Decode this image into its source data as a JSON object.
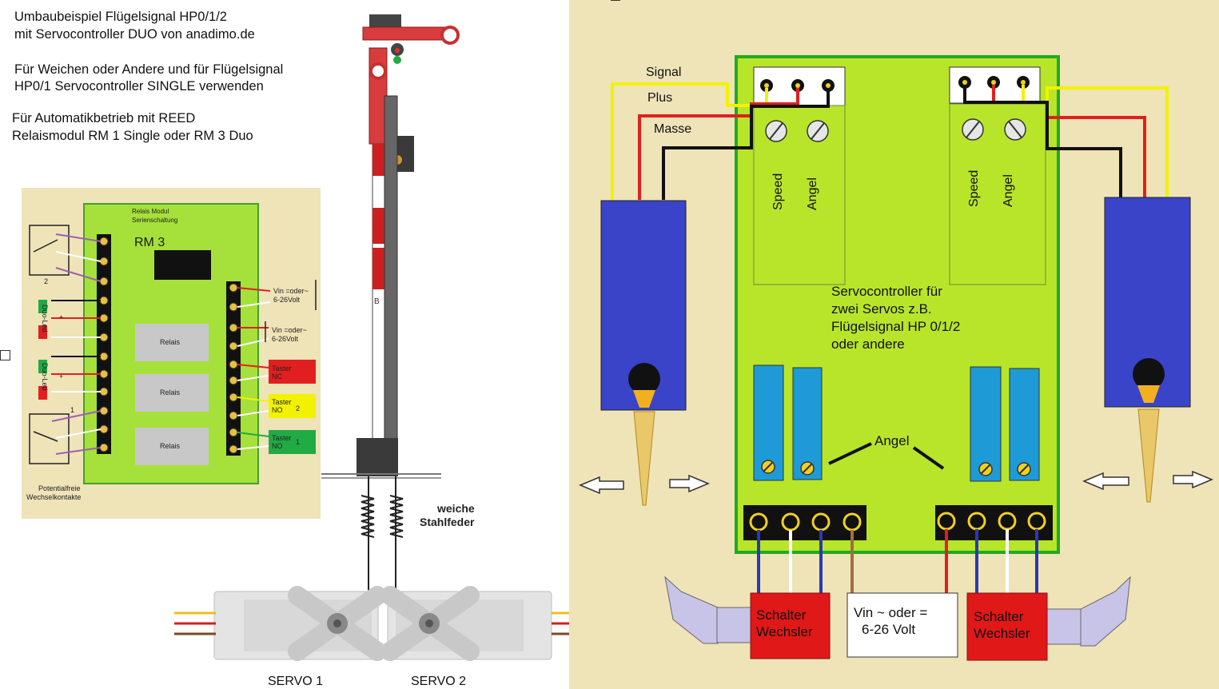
{
  "intro": {
    "line1": "Umbaubeispiel Flügelsignal HP0/1/2",
    "line2": "mit Servocontroller DUO von anadimo.de",
    "line3": "Für Weichen oder Andere und für Flügelsignal",
    "line4": "HP0/1 Servocontroller SINGLE verwenden",
    "line5": "Für Automatikbetrieb mit REED",
    "line6": "Relaismodul RM 1 Single oder RM 3 Duo"
  },
  "relay_module": {
    "title_line1": "Relais Modul",
    "title_line2": "Serienschaltung",
    "name": "RM 3",
    "relais": [
      "Relais",
      "Relais",
      "Relais"
    ],
    "switch_top": "2",
    "switch_bottom": "1",
    "duo_led": "Duo-Led",
    "plus": "+",
    "vin1_line1": "Vin =oder~",
    "vin1_line2": "6-26Volt",
    "vin2_line1": "Vin =oder~",
    "vin2_line2": "6-26Volt",
    "taster_nc_line1": "Taster",
    "taster_nc_line2": "NC",
    "taster_no2_line1": "Taster",
    "taster_no2_line2": "NO",
    "taster_no2_num": "2",
    "taster_no1_line1": "Taster",
    "taster_no1_line2": "NO",
    "taster_no1_num": "1",
    "footer_line1": "Potentialfreie",
    "footer_line2": "Wechselkontakte",
    "colors": {
      "board": "#a6e03a",
      "background": "#efe3b8",
      "red": "#e02020",
      "yellow": "#f2f200",
      "green": "#22aa44"
    }
  },
  "mechanism": {
    "spring_line1": "weiche",
    "spring_line2": "Stahlfeder",
    "signal_letter": "B",
    "servo1": "SERVO 1",
    "servo2": "SERVO 2"
  },
  "controller": {
    "wire_signal": "Signal",
    "wire_plus": "Plus",
    "wire_ground": "Masse",
    "speed": "Speed",
    "angel": "Angel",
    "desc_line1": "Servocontroller für",
    "desc_line2": "zwei Servos z.B.",
    "desc_line3": "Flügelsignal HP 0/1/2",
    "desc_line4": "oder andere",
    "angel_label": "Angel",
    "switch_left_line1": "Schalter",
    "switch_left_line2": "Wechsler",
    "switch_right_line1": "Schalter",
    "switch_right_line2": "Wechsler",
    "vin_line1": "Vin ~ oder  =",
    "vin_line2": "6-26 Volt",
    "colors": {
      "background": "#efe3b8",
      "board": "#b8e52a",
      "border": "#22aa22",
      "servo": "#3a44c8",
      "pot": "#1e9ad6",
      "switch": "#e01818"
    }
  }
}
